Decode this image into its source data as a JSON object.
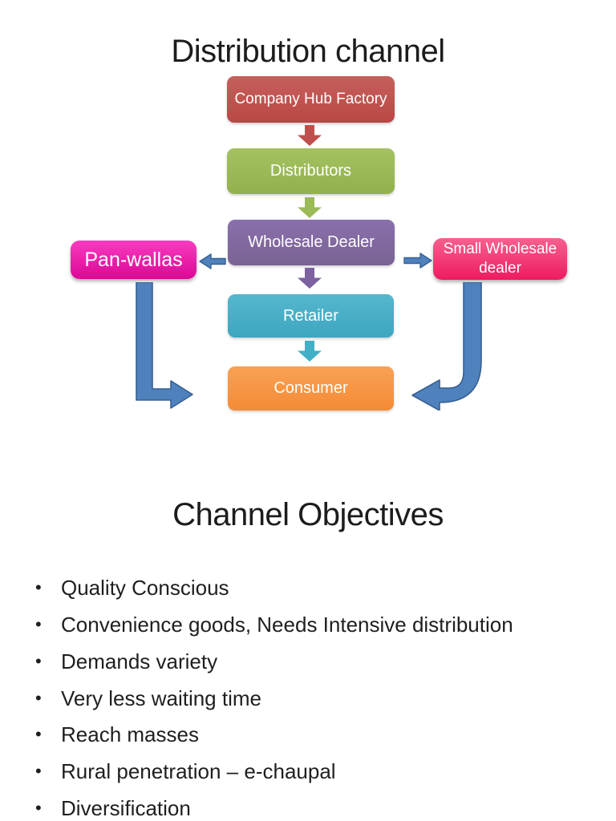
{
  "slide1": {
    "title": "Distribution channel",
    "nodes": {
      "factory": {
        "label": "Company Hub Factory",
        "color": "#c0504d"
      },
      "distributors": {
        "label": "Distributors",
        "color": "#9bbb59"
      },
      "wholesale": {
        "label": "Wholesale Dealer",
        "color": "#8064a2"
      },
      "retailer": {
        "label": "Retailer",
        "color": "#4bacc6"
      },
      "consumer": {
        "label": "Consumer",
        "color": "#f79646"
      },
      "panwallas": {
        "label": "Pan-wallas",
        "color": "#e80ca6"
      },
      "small_wholesale": {
        "label": "Small Wholesale dealer",
        "color": "#f23a6d"
      }
    },
    "connector_color": "#4f81bd"
  },
  "slide2": {
    "title": "Channel Objectives",
    "bullet_char": "•",
    "bullets": [
      "Quality Conscious",
      "Convenience goods, Needs Intensive distribution",
      "Demands variety",
      "Very less waiting time",
      "Reach masses",
      "Rural penetration – e-chaupal",
      "Diversification"
    ]
  }
}
